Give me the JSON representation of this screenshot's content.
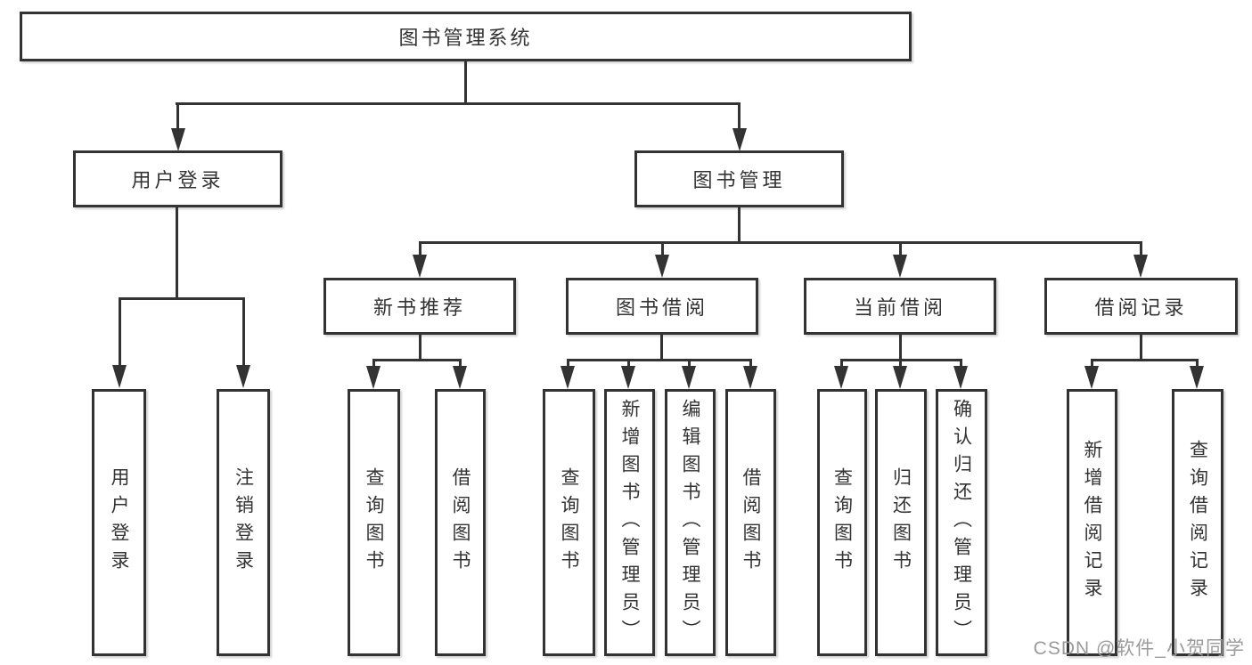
{
  "diagram_title": "图书管理系统",
  "watermark": {
    "text": "CSDN @软件_小贺同学"
  },
  "colors": {
    "line": "#333333",
    "text": "#333333",
    "background": "#ffffff",
    "watermark": "#9b9b9b"
  },
  "tree": {
    "root": {
      "label": "图书管理系统",
      "children": [
        {
          "label": "用户登录",
          "children": [
            {
              "label": "用户登录"
            },
            {
              "label": "注销登录"
            }
          ]
        },
        {
          "label": "图书管理",
          "children": [
            {
              "label": "新书推荐",
              "children": [
                {
                  "label": "查询图书"
                },
                {
                  "label": "借阅图书"
                }
              ]
            },
            {
              "label": "图书借阅",
              "children": [
                {
                  "label": "查询图书"
                },
                {
                  "label": "新增图书（管理员）"
                },
                {
                  "label": "编辑图书（管理员）"
                },
                {
                  "label": "借阅图书"
                }
              ]
            },
            {
              "label": "当前借阅",
              "children": [
                {
                  "label": "查询图书"
                },
                {
                  "label": "归还图书"
                },
                {
                  "label": "确认归还（管理员）"
                }
              ]
            },
            {
              "label": "借阅记录",
              "children": [
                {
                  "label": "新增借阅记录"
                },
                {
                  "label": "查询借阅记录"
                }
              ]
            }
          ]
        }
      ]
    }
  }
}
